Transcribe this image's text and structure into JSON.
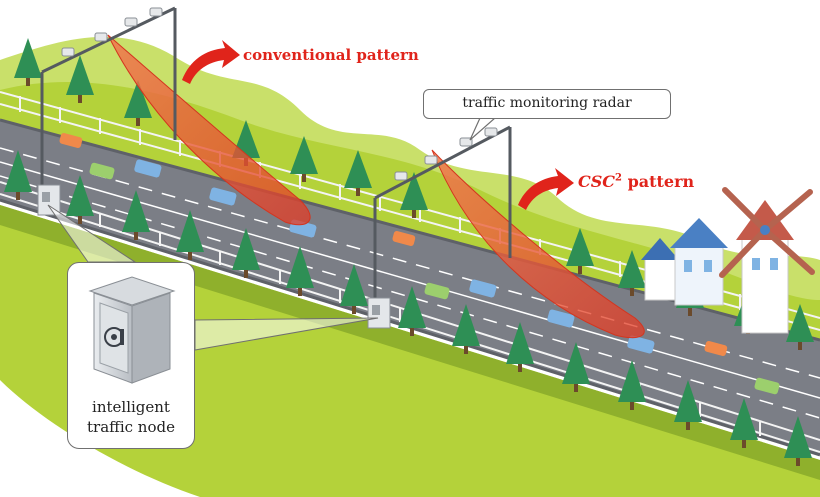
{
  "labels": {
    "conventional": "conventional pattern",
    "csc_prefix": "CSC",
    "csc_sup": "2",
    "csc_suffix": " pattern",
    "radar": "traffic monitoring radar",
    "node_line1": "intelligent",
    "node_line2": "traffic node"
  },
  "colors": {
    "beam": "#e8532e",
    "arrow": "#e0241b",
    "road": "#7b7e86",
    "grass": "#b4d23a",
    "hill": "#c9e06a",
    "tree": "#2e8f55",
    "fence": "#f2f2f2"
  }
}
